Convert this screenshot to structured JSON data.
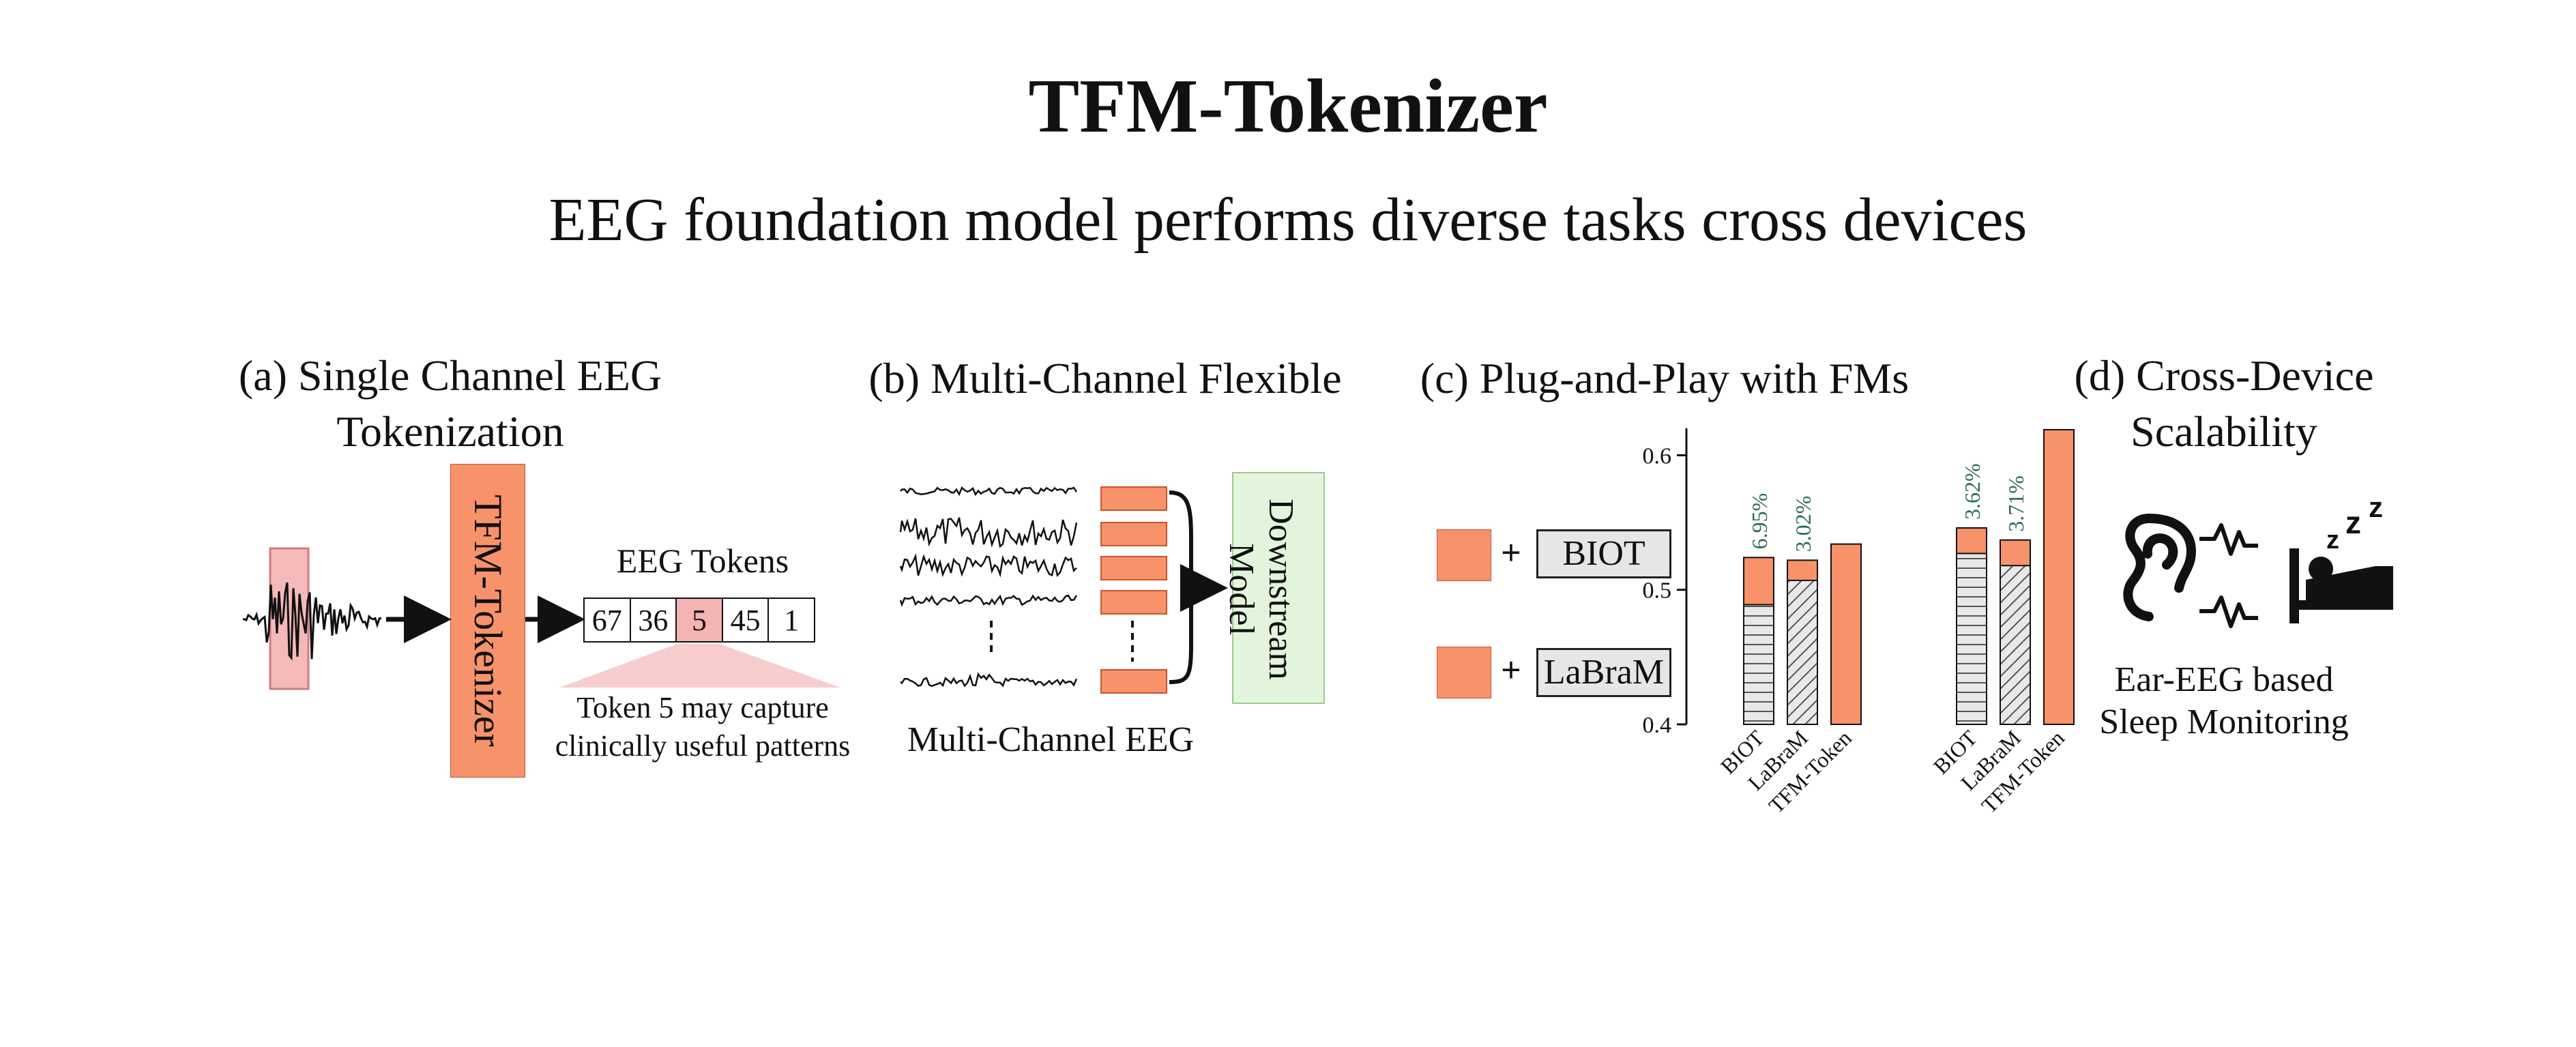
{
  "header": {
    "title": "TFM-Tokenizer",
    "subtitle": "EEG foundation model performs diverse tasks cross devices"
  },
  "panel_a": {
    "title": "(a) Single Channel EEG Tokenization",
    "tokenizer_label": "TFM-Tokenizer",
    "tokens_heading": "EEG Tokens",
    "tokens": [
      "67",
      "36",
      "5",
      "45",
      "1"
    ],
    "highlighted_token": "5",
    "note": "Token 5 may capture clinically useful patterns"
  },
  "panel_b": {
    "title": "(b) Multi-Channel Flexible",
    "downstream_label": "Downstream Model",
    "eeg_label": "Multi-Channel EEG"
  },
  "panel_c": {
    "title": "(c) Plug-and-Play with FMs",
    "legend": [
      {
        "symbol": "+",
        "label": "BIOT"
      },
      {
        "symbol": "+",
        "label": "LaBraM"
      }
    ]
  },
  "panel_d": {
    "title": "(d) Cross-Device Scalability",
    "caption": "Ear-EEG based Sleep Monitoring",
    "icons": [
      "ear-icon",
      "signal-wave-icon",
      "sleeping-person-icon"
    ]
  },
  "colors": {
    "token_orange": "#F7926A",
    "token_border": "#C8552E",
    "highlight_pink": "#F5B3B3",
    "downstream_green": "#E3F4DD",
    "downstream_border": "#9CCB8E",
    "gain_text": "#2E6B55"
  },
  "chart_data": {
    "type": "bar",
    "ylim": [
      0.4,
      0.62
    ],
    "yticks": [
      "0.4",
      "0.5",
      "0.6"
    ],
    "groups": [
      {
        "bars": [
          {
            "category": "BIOT",
            "base": 0.489,
            "total": 0.524,
            "pattern": "horizontal-lines",
            "gain_label": "6.95%"
          },
          {
            "category": "LaBraM",
            "base": 0.507,
            "total": 0.522,
            "pattern": "diagonal-lines",
            "gain_label": "3.02%"
          },
          {
            "category": "TFM-Token",
            "base": null,
            "total": 0.534,
            "pattern": "solid",
            "gain_label": ""
          }
        ]
      },
      {
        "bars": [
          {
            "category": "BIOT",
            "base": 0.527,
            "total": 0.546,
            "pattern": "horizontal-lines",
            "gain_label": "3.62%"
          },
          {
            "category": "LaBraM",
            "base": 0.518,
            "total": 0.537,
            "pattern": "diagonal-lines",
            "gain_label": "3.71%"
          },
          {
            "category": "TFM-Token",
            "base": null,
            "total": 0.619,
            "pattern": "solid",
            "gain_label": ""
          }
        ]
      }
    ]
  }
}
